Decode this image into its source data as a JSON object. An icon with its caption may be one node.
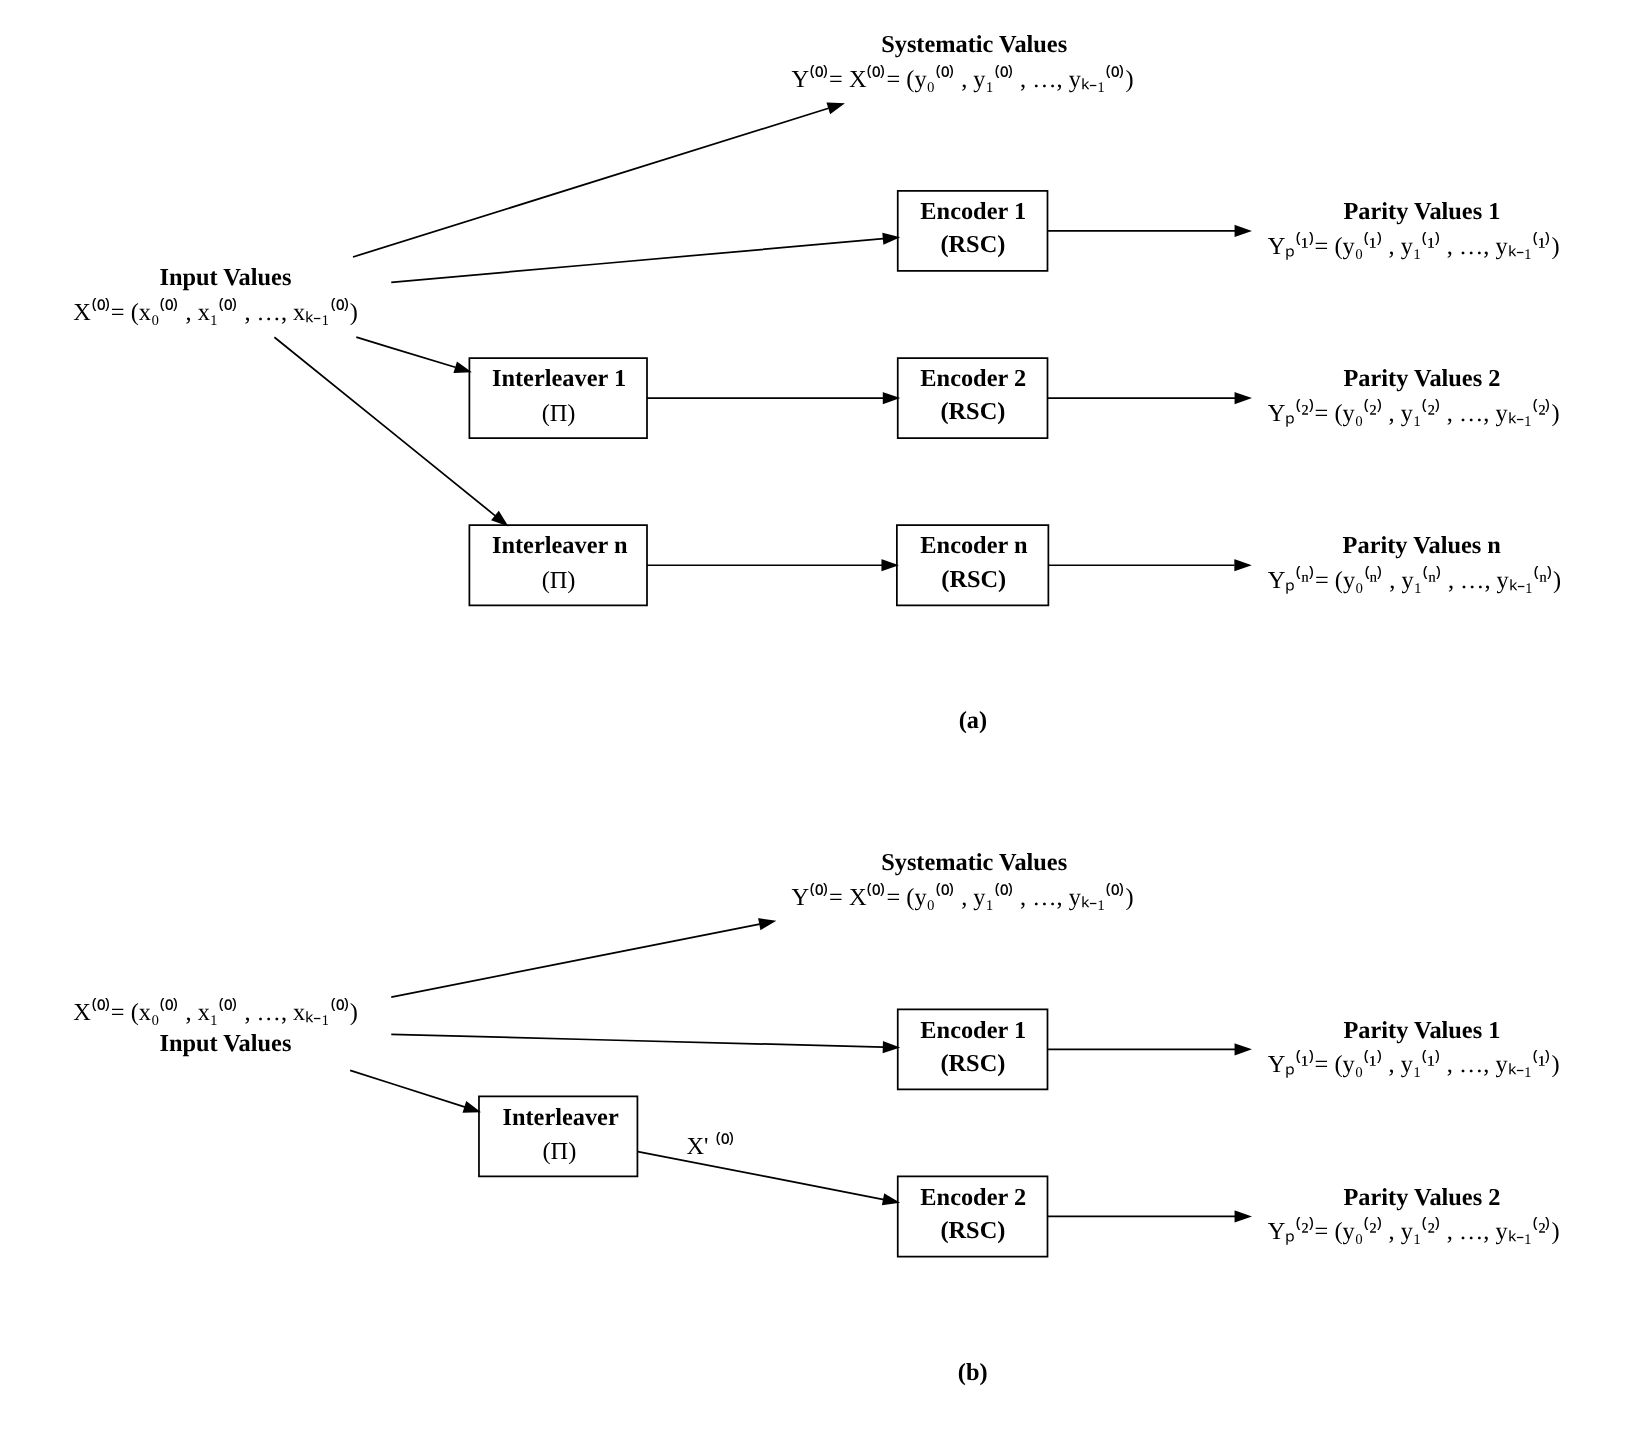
{
  "diagram": {
    "nodes": [
      {
        "text": [
          "Input Values",
          "X⁽⁰⁾= (x₀⁽⁰⁾ , x₁⁽⁰⁾ , …, xₖ₋₁⁽⁰⁾)"
        ]
      },
      {
        "text": [
          "Systematic Values",
          "Y⁽⁰⁾= X⁽⁰⁾= (y₀⁽⁰⁾ , y₁⁽⁰⁾ , …, yₖ₋₁⁽⁰⁾)"
        ]
      },
      {
        "text": [
          "Encoder 1",
          "(RSC)"
        ]
      },
      {
        "text": [
          "Parity Values 1",
          "Yₚ⁽¹⁾= (y₀⁽¹⁾ , y₁⁽¹⁾ , …, yₖ₋₁⁽¹⁾)"
        ]
      },
      {
        "text": [
          "Interleaver 1",
          "(Π)"
        ]
      },
      {
        "text": [
          "Encoder 2",
          "(RSC)"
        ]
      },
      {
        "text": [
          "Parity Values 2",
          "Yₚ⁽²⁾= (y₀⁽²⁾ , y₁⁽²⁾ , …, yₖ₋₁⁽²⁾)"
        ]
      },
      {
        "text": [
          "Interleaver n",
          "(Π)"
        ]
      },
      {
        "text": [
          "Encoder n",
          "(RSC)"
        ]
      },
      {
        "text": [
          "Parity Values n",
          "Yₚ⁽ⁿ⁾= (y₀⁽ⁿ⁾ , y₁⁽ⁿ⁾ , …, yₖ₋₁⁽ⁿ⁾)"
        ]
      },
      {
        "text": [
          "X⁽⁰⁾= (x₀⁽⁰⁾ , x₁⁽⁰⁾ , …, xₖ₋₁⁽⁰⁾)",
          "Input Values"
        ]
      },
      {
        "text": [
          "Systematic Values",
          "Y⁽⁰⁾= X⁽⁰⁾= (y₀⁽⁰⁾ , y₁⁽⁰⁾ , …, yₖ₋₁⁽⁰⁾)"
        ]
      },
      {
        "text": [
          "Encoder 1",
          "(RSC)"
        ]
      },
      {
        "text": [
          "Parity Values 1",
          "Yₚ⁽¹⁾= (y₀⁽¹⁾ , y₁⁽¹⁾ , …, yₖ₋₁⁽¹⁾)"
        ]
      },
      {
        "text": [
          "Interleaver",
          "(Π)"
        ]
      },
      {
        "text": [
          "Encoder 2",
          "(RSC)"
        ]
      },
      {
        "text": [
          "Parity Values 2",
          "Yₚ⁽²⁾= (y₀⁽²⁾ , y₁⁽²⁾ , …, yₖ₋₁⁽²⁾)"
        ]
      }
    ],
    "edges": [
      {
        "from": 0,
        "to": 1,
        "arrow": "to"
      },
      {
        "from": 0,
        "to": 2,
        "arrow": "to"
      },
      {
        "from": 0,
        "to": 4,
        "arrow": "to"
      },
      {
        "from": 0,
        "to": 7,
        "arrow": "to"
      },
      {
        "from": 2,
        "to": 3,
        "arrow": "to"
      },
      {
        "from": 4,
        "to": 5,
        "arrow": "to"
      },
      {
        "from": 5,
        "to": 6,
        "arrow": "to"
      },
      {
        "from": 7,
        "to": 8,
        "arrow": "to"
      },
      {
        "from": 8,
        "to": 9,
        "arrow": "to"
      },
      {
        "from": 10,
        "to": 11,
        "arrow": "to"
      },
      {
        "from": 10,
        "to": 12,
        "arrow": "to"
      },
      {
        "from": 10,
        "to": 14,
        "arrow": "to"
      },
      {
        "from": 12,
        "to": 13,
        "arrow": "to"
      },
      {
        "from": 14,
        "to": 15,
        "label": "X' ⁽⁰⁾",
        "arrow": "to"
      },
      {
        "from": 15,
        "to": 16,
        "arrow": "to"
      }
    ],
    "labels": [
      "(a)",
      "(b)"
    ]
  }
}
